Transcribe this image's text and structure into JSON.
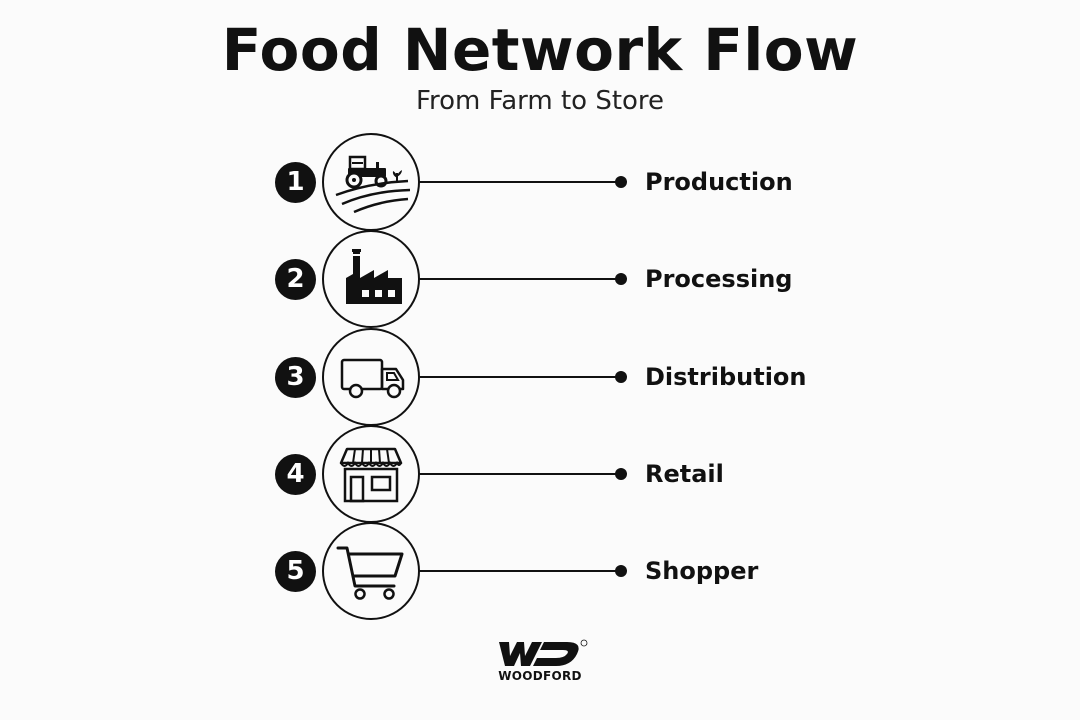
{
  "title": "Food Network Flow",
  "subtitle": "From Farm to Store",
  "steps": [
    {
      "number": "1",
      "label": "Production",
      "icon": "tractor-field-icon"
    },
    {
      "number": "2",
      "label": "Processing",
      "icon": "factory-icon"
    },
    {
      "number": "3",
      "label": "Distribution",
      "icon": "delivery-truck-icon"
    },
    {
      "number": "4",
      "label": "Retail",
      "icon": "storefront-icon"
    },
    {
      "number": "5",
      "label": "Shopper",
      "icon": "shopping-cart-icon"
    }
  ],
  "logo": {
    "mark": "WD",
    "name": "WOODFORD",
    "registered": "®"
  },
  "colors": {
    "ink": "#111111",
    "background": "#fbfbfb"
  }
}
